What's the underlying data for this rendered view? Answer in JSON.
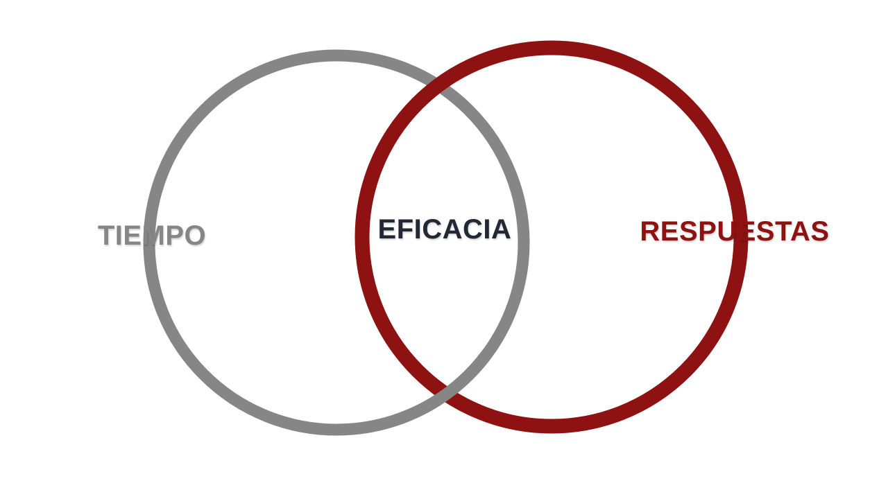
{
  "slide": {
    "background": "#ffffff"
  },
  "diagram": {
    "type": "venn",
    "left_circle": {
      "label": "TIEMPO",
      "color": "#868686"
    },
    "right_circle": {
      "label": "RESPUESTAS",
      "color": "#8e1212"
    },
    "overlap": {
      "label": "EFICACIA",
      "color": "#212934"
    }
  }
}
